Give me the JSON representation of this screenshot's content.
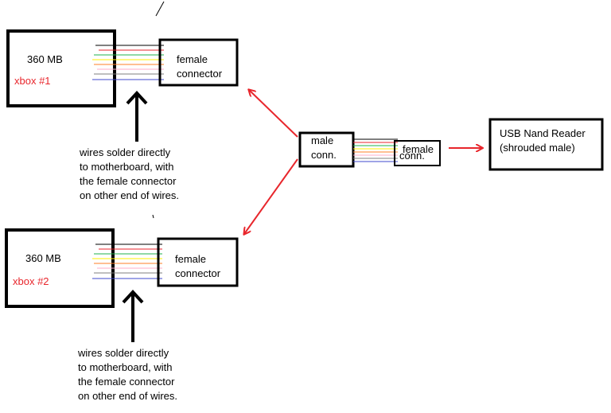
{
  "colors": {
    "box_stroke": "#000000",
    "red_arrow": "#e8262c",
    "label_red": "#e8262c",
    "wires": [
      "#000000",
      "#e8262c",
      "#22b14c",
      "#fff200",
      "#ff7f27",
      "#ffaec9",
      "#3f48cc",
      "#7f7f7f"
    ]
  },
  "xbox1": {
    "mb_label": "360 MB",
    "name_label": "xbox #1",
    "connector_line1": "female",
    "connector_line2": "connector",
    "caption_line1": "wires solder directly",
    "caption_line2": "to motherboard, with",
    "caption_line3": "the female connector",
    "caption_line4": "on other end of wires."
  },
  "xbox2": {
    "mb_label": "360 MB",
    "name_label": "xbox #2",
    "connector_line1": "female",
    "connector_line2": "connector",
    "caption_line1": "wires solder directly",
    "caption_line2": "to motherboard, with",
    "caption_line3": "the female connector",
    "caption_line4": "on other end of wires."
  },
  "male_connector": {
    "line1": "male",
    "line2": "conn."
  },
  "female_connector": {
    "line1": "female",
    "line2": "conn."
  },
  "usb_reader": {
    "line1": "USB Nand Reader",
    "line2": "(shrouded male)"
  }
}
